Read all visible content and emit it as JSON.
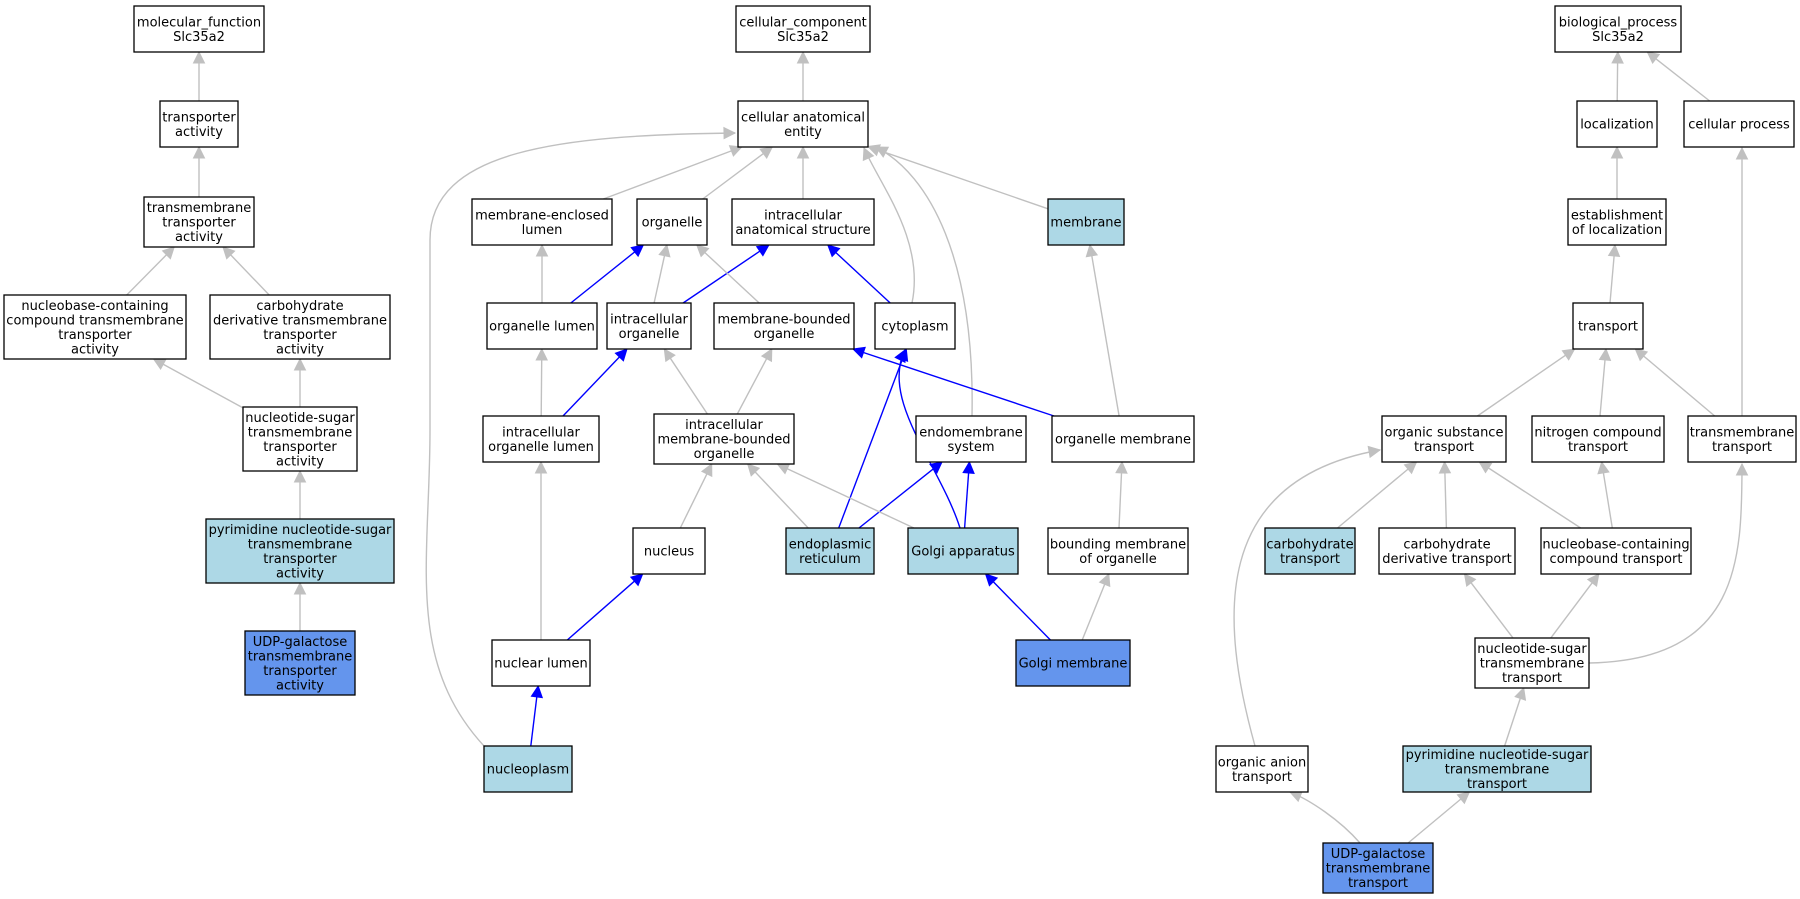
{
  "colors": {
    "plain": "#ffffff",
    "light": "#add8e6",
    "dark": "#6495ed",
    "edge_gray": "#c0c0c0",
    "edge_blue": "#0000ff"
  },
  "nodes": [
    {
      "id": "mf_root",
      "lines": [
        "molecular_function",
        "Slc35a2"
      ],
      "fill": "plain"
    },
    {
      "id": "mf_transporter",
      "lines": [
        "transporter",
        "activity"
      ],
      "fill": "plain"
    },
    {
      "id": "mf_tm",
      "lines": [
        "transmembrane",
        "transporter",
        "activity"
      ],
      "fill": "plain"
    },
    {
      "id": "mf_nbc",
      "lines": [
        "nucleobase-containing",
        "compound transmembrane",
        "transporter",
        "activity"
      ],
      "fill": "plain"
    },
    {
      "id": "mf_cd",
      "lines": [
        "carbohydrate",
        "derivative transmembrane",
        "transporter",
        "activity"
      ],
      "fill": "plain"
    },
    {
      "id": "mf_ns",
      "lines": [
        "nucleotide-sugar",
        "transmembrane",
        "transporter",
        "activity"
      ],
      "fill": "plain"
    },
    {
      "id": "mf_pns",
      "lines": [
        "pyrimidine nucleotide-sugar",
        "transmembrane",
        "transporter",
        "activity"
      ],
      "fill": "light"
    },
    {
      "id": "mf_udp",
      "lines": [
        "UDP-galactose",
        "transmembrane",
        "transporter",
        "activity"
      ],
      "fill": "dark"
    },
    {
      "id": "cc_root",
      "lines": [
        "cellular_component",
        "Slc35a2"
      ],
      "fill": "plain"
    },
    {
      "id": "cc_cae",
      "lines": [
        "cellular anatomical",
        "entity"
      ],
      "fill": "plain"
    },
    {
      "id": "cc_mel",
      "lines": [
        "membrane-enclosed",
        "lumen"
      ],
      "fill": "plain"
    },
    {
      "id": "cc_org",
      "lines": [
        "organelle"
      ],
      "fill": "plain"
    },
    {
      "id": "cc_ias",
      "lines": [
        "intracellular",
        "anatomical structure"
      ],
      "fill": "plain"
    },
    {
      "id": "cc_mem",
      "lines": [
        "membrane"
      ],
      "fill": "light"
    },
    {
      "id": "cc_ol",
      "lines": [
        "organelle lumen"
      ],
      "fill": "plain"
    },
    {
      "id": "cc_io",
      "lines": [
        "intracellular",
        "organelle"
      ],
      "fill": "plain"
    },
    {
      "id": "cc_mbo",
      "lines": [
        "membrane-bounded",
        "organelle"
      ],
      "fill": "plain"
    },
    {
      "id": "cc_cyto",
      "lines": [
        "cytoplasm"
      ],
      "fill": "plain"
    },
    {
      "id": "cc_iol",
      "lines": [
        "intracellular",
        "organelle lumen"
      ],
      "fill": "plain"
    },
    {
      "id": "cc_imbo",
      "lines": [
        "intracellular",
        "membrane-bounded",
        "organelle"
      ],
      "fill": "plain"
    },
    {
      "id": "cc_endo",
      "lines": [
        "endomembrane",
        "system"
      ],
      "fill": "plain"
    },
    {
      "id": "cc_om",
      "lines": [
        "organelle membrane"
      ],
      "fill": "plain"
    },
    {
      "id": "cc_nuc",
      "lines": [
        "nucleus"
      ],
      "fill": "plain"
    },
    {
      "id": "cc_er",
      "lines": [
        "endoplasmic",
        "reticulum"
      ],
      "fill": "light"
    },
    {
      "id": "cc_golgi",
      "lines": [
        "Golgi apparatus"
      ],
      "fill": "light"
    },
    {
      "id": "cc_bmo",
      "lines": [
        "bounding membrane",
        "of organelle"
      ],
      "fill": "plain"
    },
    {
      "id": "cc_nl",
      "lines": [
        "nuclear lumen"
      ],
      "fill": "plain"
    },
    {
      "id": "cc_gm",
      "lines": [
        "Golgi membrane"
      ],
      "fill": "dark"
    },
    {
      "id": "cc_np",
      "lines": [
        "nucleoplasm"
      ],
      "fill": "light"
    },
    {
      "id": "bp_root",
      "lines": [
        "biological_process",
        "Slc35a2"
      ],
      "fill": "plain"
    },
    {
      "id": "bp_loc",
      "lines": [
        "localization"
      ],
      "fill": "plain"
    },
    {
      "id": "bp_cp",
      "lines": [
        "cellular process"
      ],
      "fill": "plain"
    },
    {
      "id": "bp_eol",
      "lines": [
        "establishment",
        "of localization"
      ],
      "fill": "plain"
    },
    {
      "id": "bp_tr",
      "lines": [
        "transport"
      ],
      "fill": "plain"
    },
    {
      "id": "bp_ost",
      "lines": [
        "organic substance",
        "transport"
      ],
      "fill": "plain"
    },
    {
      "id": "bp_nct",
      "lines": [
        "nitrogen compound",
        "transport"
      ],
      "fill": "plain"
    },
    {
      "id": "bp_tmt",
      "lines": [
        "transmembrane",
        "transport"
      ],
      "fill": "plain"
    },
    {
      "id": "bp_ct",
      "lines": [
        "carbohydrate",
        "transport"
      ],
      "fill": "light"
    },
    {
      "id": "bp_cdt",
      "lines": [
        "carbohydrate",
        "derivative transport"
      ],
      "fill": "plain"
    },
    {
      "id": "bp_nbct",
      "lines": [
        "nucleobase-containing",
        "compound transport"
      ],
      "fill": "plain"
    },
    {
      "id": "bp_nst",
      "lines": [
        "nucleotide-sugar",
        "transmembrane",
        "transport"
      ],
      "fill": "plain"
    },
    {
      "id": "bp_oat",
      "lines": [
        "organic anion",
        "transport"
      ],
      "fill": "plain"
    },
    {
      "id": "bp_pnst",
      "lines": [
        "pyrimidine nucleotide-sugar",
        "transmembrane",
        "transport"
      ],
      "fill": "light"
    },
    {
      "id": "bp_udp",
      "lines": [
        "UDP-galactose",
        "transmembrane",
        "transport"
      ],
      "fill": "dark"
    }
  ],
  "edges": [
    {
      "from": "mf_transporter",
      "to": "mf_root",
      "color": "gray"
    },
    {
      "from": "mf_tm",
      "to": "mf_transporter",
      "color": "gray"
    },
    {
      "from": "mf_nbc",
      "to": "mf_tm",
      "color": "gray"
    },
    {
      "from": "mf_cd",
      "to": "mf_tm",
      "color": "gray"
    },
    {
      "from": "mf_ns",
      "to": "mf_nbc",
      "color": "gray"
    },
    {
      "from": "mf_ns",
      "to": "mf_cd",
      "color": "gray"
    },
    {
      "from": "mf_pns",
      "to": "mf_ns",
      "color": "gray"
    },
    {
      "from": "mf_udp",
      "to": "mf_pns",
      "color": "gray"
    },
    {
      "from": "cc_cae",
      "to": "cc_root",
      "color": "gray"
    },
    {
      "from": "cc_mel",
      "to": "cc_cae",
      "color": "gray"
    },
    {
      "from": "cc_org",
      "to": "cc_cae",
      "color": "gray"
    },
    {
      "from": "cc_ias",
      "to": "cc_cae",
      "color": "gray"
    },
    {
      "from": "cc_mem",
      "to": "cc_cae",
      "color": "gray"
    },
    {
      "from": "cc_cyto",
      "to": "cc_cae",
      "color": "gray"
    },
    {
      "from": "cc_endo",
      "to": "cc_cae",
      "color": "gray"
    },
    {
      "from": "cc_np",
      "to": "cc_cae",
      "color": "gray"
    },
    {
      "from": "cc_ol",
      "to": "cc_mel",
      "color": "gray"
    },
    {
      "from": "cc_ol",
      "to": "cc_org",
      "color": "blue"
    },
    {
      "from": "cc_io",
      "to": "cc_org",
      "color": "gray"
    },
    {
      "from": "cc_io",
      "to": "cc_ias",
      "color": "blue"
    },
    {
      "from": "cc_mbo",
      "to": "cc_org",
      "color": "gray"
    },
    {
      "from": "cc_cyto",
      "to": "cc_ias",
      "color": "blue"
    },
    {
      "from": "cc_iol",
      "to": "cc_ol",
      "color": "gray"
    },
    {
      "from": "cc_iol",
      "to": "cc_io",
      "color": "blue"
    },
    {
      "from": "cc_imbo",
      "to": "cc_io",
      "color": "gray"
    },
    {
      "from": "cc_imbo",
      "to": "cc_mbo",
      "color": "gray"
    },
    {
      "from": "cc_om",
      "to": "cc_mem",
      "color": "gray"
    },
    {
      "from": "cc_om",
      "to": "cc_mbo",
      "color": "blue"
    },
    {
      "from": "cc_nuc",
      "to": "cc_imbo",
      "color": "gray"
    },
    {
      "from": "cc_er",
      "to": "cc_imbo",
      "color": "gray"
    },
    {
      "from": "cc_er",
      "to": "cc_cyto",
      "color": "blue"
    },
    {
      "from": "cc_er",
      "to": "cc_endo",
      "color": "blue"
    },
    {
      "from": "cc_golgi",
      "to": "cc_imbo",
      "color": "gray"
    },
    {
      "from": "cc_golgi",
      "to": "cc_cyto",
      "color": "blue"
    },
    {
      "from": "cc_golgi",
      "to": "cc_endo",
      "color": "blue"
    },
    {
      "from": "cc_bmo",
      "to": "cc_om",
      "color": "gray"
    },
    {
      "from": "cc_nl",
      "to": "cc_iol",
      "color": "gray"
    },
    {
      "from": "cc_nl",
      "to": "cc_nuc",
      "color": "blue"
    },
    {
      "from": "cc_gm",
      "to": "cc_golgi",
      "color": "blue"
    },
    {
      "from": "cc_gm",
      "to": "cc_bmo",
      "color": "gray"
    },
    {
      "from": "cc_np",
      "to": "cc_nl",
      "color": "blue"
    },
    {
      "from": "bp_loc",
      "to": "bp_root",
      "color": "gray"
    },
    {
      "from": "bp_cp",
      "to": "bp_root",
      "color": "gray"
    },
    {
      "from": "bp_eol",
      "to": "bp_loc",
      "color": "gray"
    },
    {
      "from": "bp_tr",
      "to": "bp_eol",
      "color": "gray"
    },
    {
      "from": "bp_ost",
      "to": "bp_tr",
      "color": "gray"
    },
    {
      "from": "bp_nct",
      "to": "bp_tr",
      "color": "gray"
    },
    {
      "from": "bp_tmt",
      "to": "bp_tr",
      "color": "gray"
    },
    {
      "from": "bp_tmt",
      "to": "bp_cp",
      "color": "gray"
    },
    {
      "from": "bp_ct",
      "to": "bp_ost",
      "color": "gray"
    },
    {
      "from": "bp_cdt",
      "to": "bp_ost",
      "color": "gray"
    },
    {
      "from": "bp_nbct",
      "to": "bp_ost",
      "color": "gray"
    },
    {
      "from": "bp_nbct",
      "to": "bp_nct",
      "color": "gray"
    },
    {
      "from": "bp_nst",
      "to": "bp_cdt",
      "color": "gray"
    },
    {
      "from": "bp_nst",
      "to": "bp_nbct",
      "color": "gray"
    },
    {
      "from": "bp_nst",
      "to": "bp_tmt",
      "color": "gray"
    },
    {
      "from": "bp_oat",
      "to": "bp_ost",
      "color": "gray"
    },
    {
      "from": "bp_pnst",
      "to": "bp_nst",
      "color": "gray"
    },
    {
      "from": "bp_udp",
      "to": "bp_oat",
      "color": "gray"
    },
    {
      "from": "bp_udp",
      "to": "bp_pnst",
      "color": "gray"
    }
  ]
}
